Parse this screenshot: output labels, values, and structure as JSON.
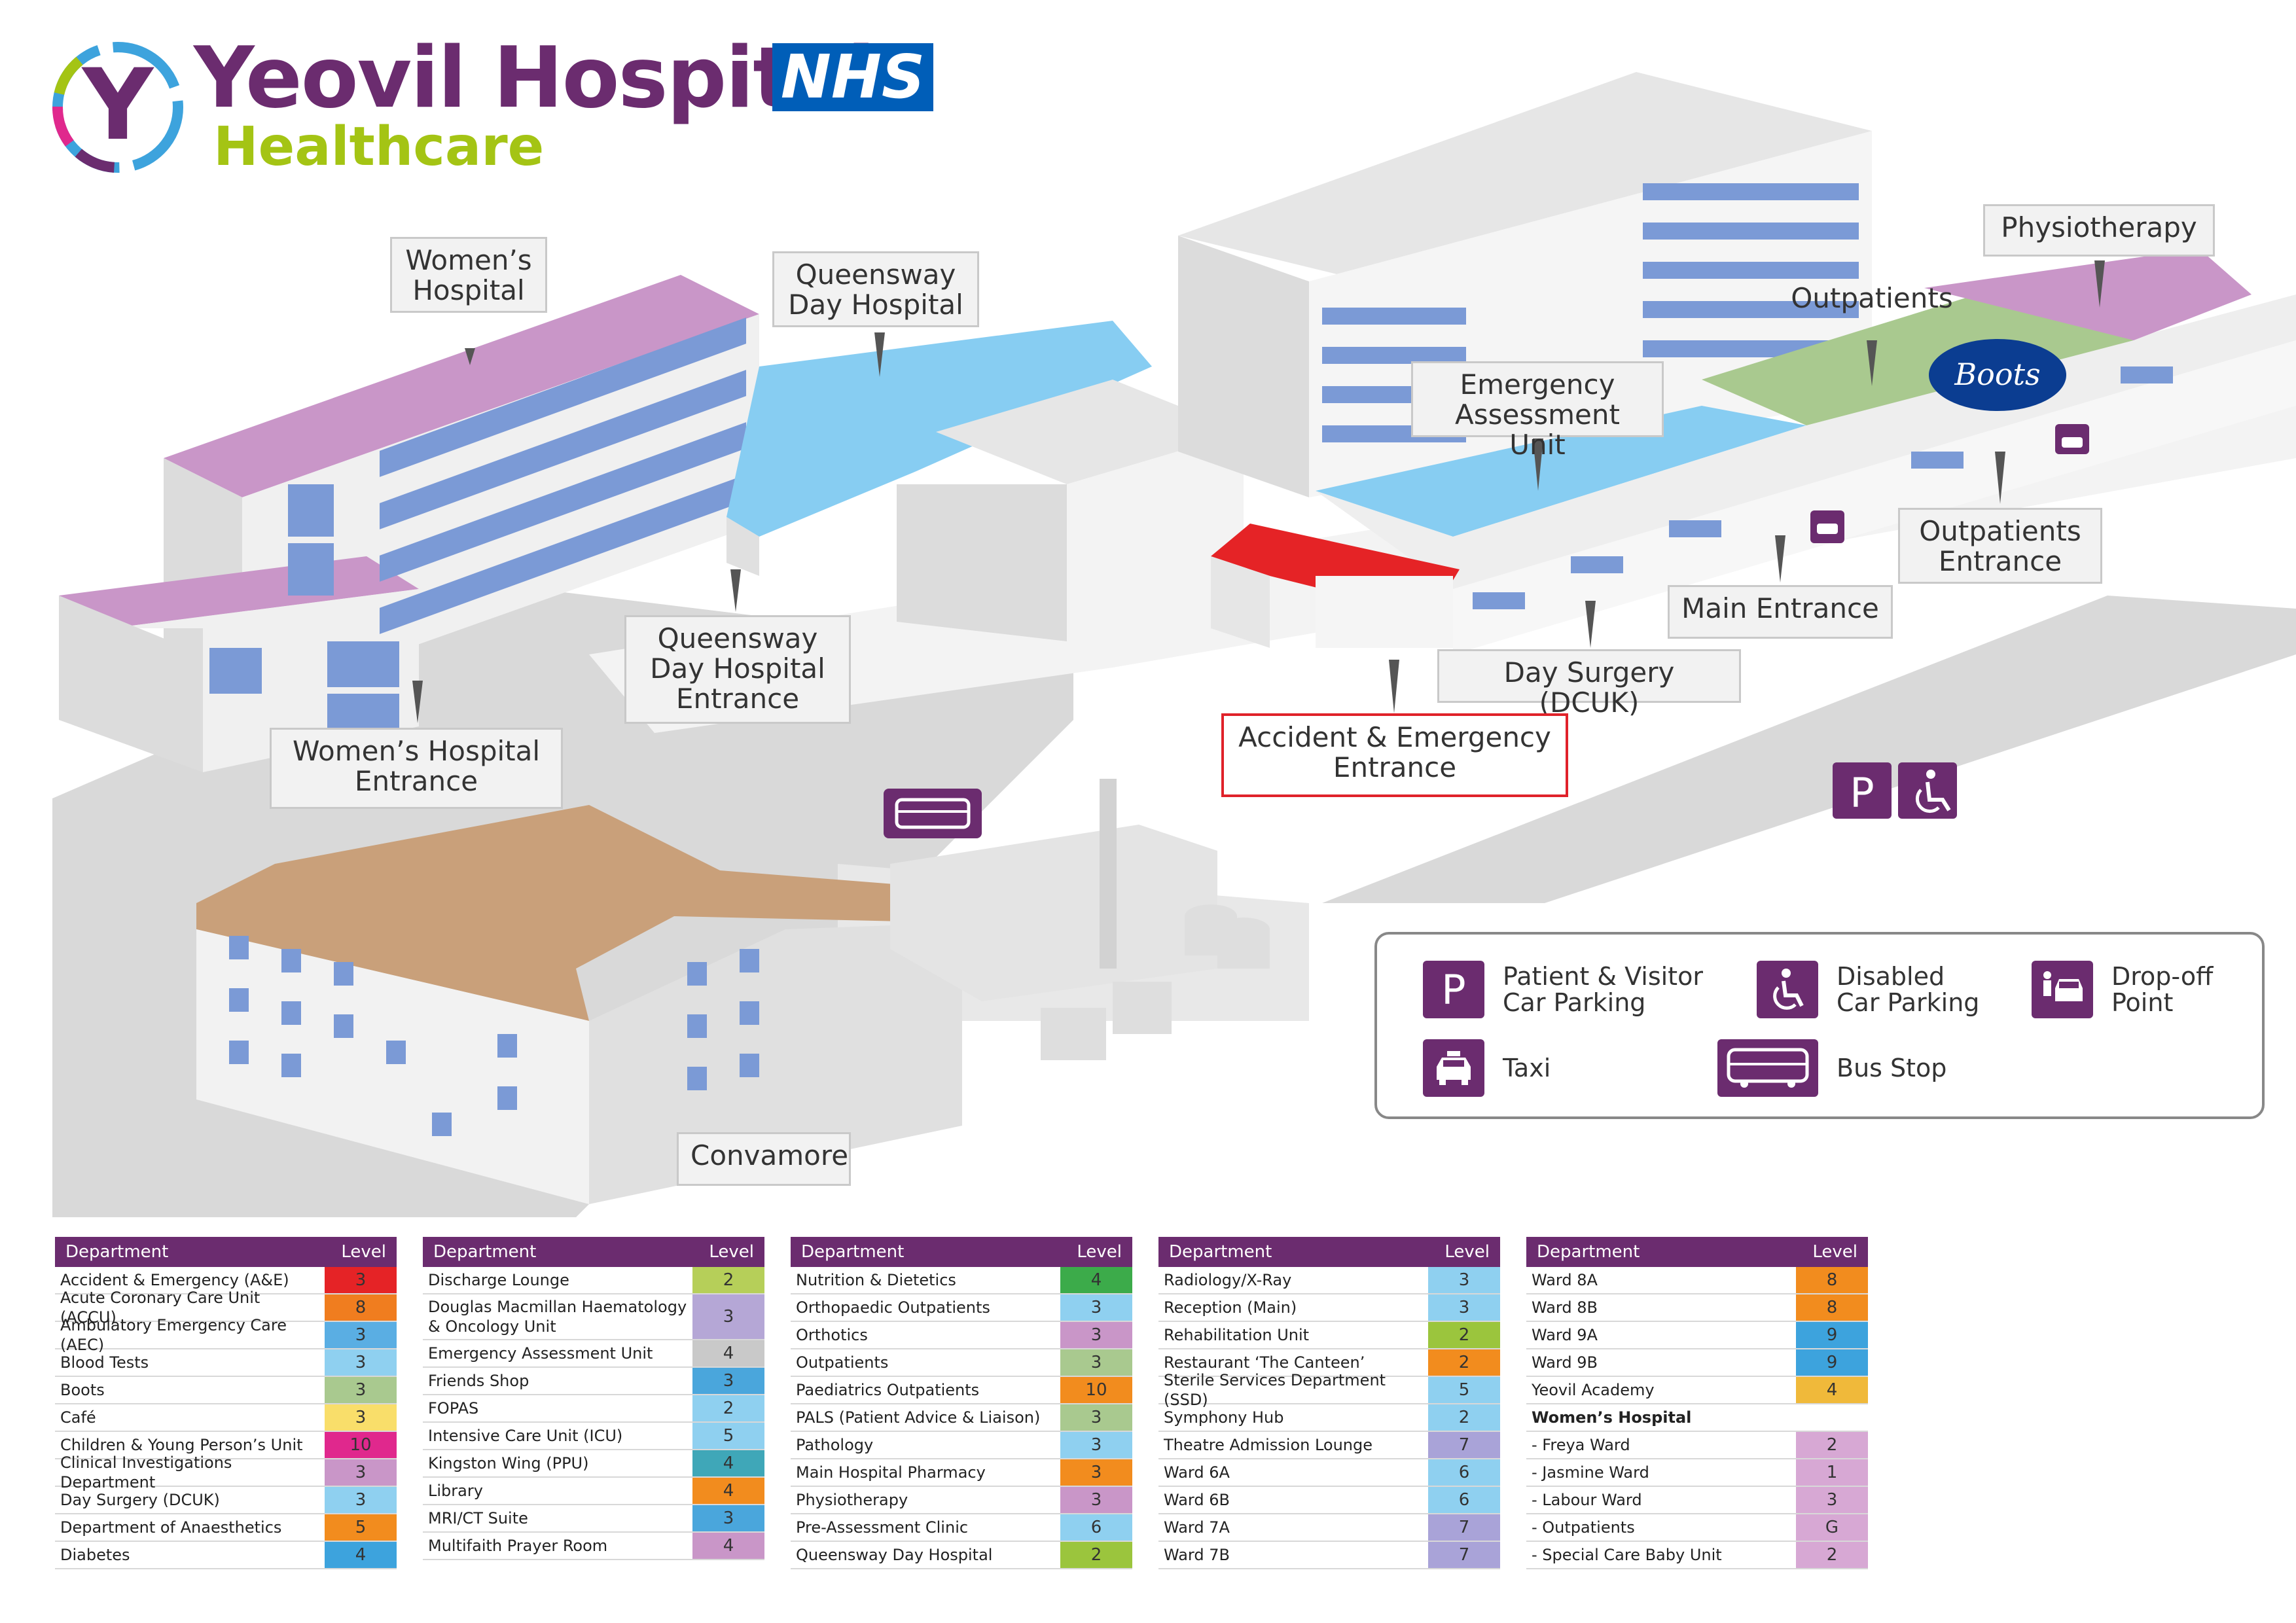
{
  "brand": {
    "name_line1": "Yeovil Hospital",
    "name_line2": "Healthcare",
    "logo_letter": "Y",
    "nhs": "NHS",
    "purple": "#6b2c6f",
    "lime": "#a4c414",
    "nhs_blue": "#005eb8"
  },
  "labels": {
    "womens_hospital": "Women’s\nHospital",
    "queensway": "Queensway\nDay Hospital",
    "physiotherapy": "Physiotherapy",
    "outpatients": "Outpatients",
    "eau": "Emergency\nAssessment Unit",
    "outpatients_entrance": "Outpatients\nEntrance",
    "main_entrance": "Main Entrance",
    "day_surgery": "Day Surgery (DCUK)",
    "ae_entrance": "Accident & Emergency\nEntrance",
    "queensway_entrance": "Queensway\nDay Hospital\nEntrance",
    "womens_entrance": "Women’s Hospital\nEntrance",
    "convamore": "Convamore",
    "boots": "Boots"
  },
  "legend": {
    "parking_glyph": "P",
    "parking": "Patient & Visitor\nCar Parking",
    "disabled": "Disabled\nCar Parking",
    "dropoff": "Drop-off\nPoint",
    "taxi": "Taxi",
    "bus": "Bus Stop"
  },
  "map_colors": {
    "pink_roof": "#c996c8",
    "blue_roof": "#87cdf2",
    "green_roof": "#a9c98f",
    "red_roof": "#e52326",
    "tan_roof": "#c9a07a",
    "window": "#7b9ad6",
    "wall": "#e9e9e9",
    "ground": "#d9d9d9"
  },
  "tables": [
    {
      "header_dept": "Department",
      "header_level": "Level",
      "rows": [
        {
          "dept": "Accident & Emergency (A&E)",
          "level": "3",
          "color": "#e52326"
        },
        {
          "dept": "Acute Coronary Care Unit (ACCU)",
          "level": "8",
          "color": "#f07d1f"
        },
        {
          "dept": "Ambulatory Emergency Care (AEC)",
          "level": "3",
          "color": "#5aaee3"
        },
        {
          "dept": "Blood Tests",
          "level": "3",
          "color": "#8fd0f0"
        },
        {
          "dept": "Boots",
          "level": "3",
          "color": "#a9c98f"
        },
        {
          "dept": "Café",
          "level": "3",
          "color": "#f9de6a"
        },
        {
          "dept": "Children & Young Person’s Unit",
          "level": "10",
          "color": "#e0288d"
        },
        {
          "dept": "Clinical Investigations Department",
          "level": "3",
          "color": "#c996c8"
        },
        {
          "dept": "Day Surgery (DCUK)",
          "level": "3",
          "color": "#8fd0f0"
        },
        {
          "dept": "Department of Anaesthetics",
          "level": "5",
          "color": "#f28c1e"
        },
        {
          "dept": "Diabetes",
          "level": "4",
          "color": "#3da3dd"
        }
      ]
    },
    {
      "header_dept": "Department",
      "header_level": "Level",
      "rows": [
        {
          "dept": "Discharge Lounge",
          "level": "2",
          "color": "#b6cf59"
        },
        {
          "dept": "Douglas Macmillan Haematology\n& Oncology Unit",
          "level": "3",
          "color": "#b5a7d6",
          "tall": true
        },
        {
          "dept": "Emergency Assessment Unit",
          "level": "4",
          "color": "#c9c9c9"
        },
        {
          "dept": "Friends Shop",
          "level": "3",
          "color": "#4aa6dc"
        },
        {
          "dept": "FOPAS",
          "level": "2",
          "color": "#8fd0f0"
        },
        {
          "dept": "Intensive Care Unit (ICU)",
          "level": "5",
          "color": "#8fd0f0"
        },
        {
          "dept": "Kingston Wing (PPU)",
          "level": "4",
          "color": "#3fa7b8"
        },
        {
          "dept": "Library",
          "level": "4",
          "color": "#f28c1e"
        },
        {
          "dept": "MRI/CT Suite",
          "level": "3",
          "color": "#4aa6dc"
        },
        {
          "dept": "Multifaith Prayer Room",
          "level": "4",
          "color": "#c996c8"
        }
      ]
    },
    {
      "header_dept": "Department",
      "header_level": "Level",
      "rows": [
        {
          "dept": "Nutrition & Dietetics",
          "level": "4",
          "color": "#3cab4a"
        },
        {
          "dept": "Orthopaedic Outpatients",
          "level": "3",
          "color": "#8fd0f0"
        },
        {
          "dept": "Orthotics",
          "level": "3",
          "color": "#c996c8"
        },
        {
          "dept": "Outpatients",
          "level": "3",
          "color": "#a9c98f"
        },
        {
          "dept": "Paediatrics Outpatients",
          "level": "10",
          "color": "#f28c1e"
        },
        {
          "dept": "PALS (Patient Advice & Liaison)",
          "level": "3",
          "color": "#a9c98f"
        },
        {
          "dept": "Pathology",
          "level": "3",
          "color": "#8fd0f0"
        },
        {
          "dept": "Main Hospital Pharmacy",
          "level": "3",
          "color": "#f28c1e"
        },
        {
          "dept": "Physiotherapy",
          "level": "3",
          "color": "#c996c8"
        },
        {
          "dept": "Pre-Assessment Clinic",
          "level": "6",
          "color": "#8fd0f0"
        },
        {
          "dept": "Queensway Day Hospital",
          "level": "2",
          "color": "#9bc53d"
        }
      ]
    },
    {
      "header_dept": "Department",
      "header_level": "Level",
      "rows": [
        {
          "dept": "Radiology/X-Ray",
          "level": "3",
          "color": "#8fd0f0"
        },
        {
          "dept": "Reception (Main)",
          "level": "3",
          "color": "#8fd0f0"
        },
        {
          "dept": "Rehabilitation Unit",
          "level": "2",
          "color": "#9bc53d"
        },
        {
          "dept": "Restaurant ‘The Canteen’",
          "level": "2",
          "color": "#f28c1e"
        },
        {
          "dept": "Sterile Services Department (SSD)",
          "level": "5",
          "color": "#8fd0f0"
        },
        {
          "dept": "Symphony Hub",
          "level": "2",
          "color": "#8fd0f0"
        },
        {
          "dept": "Theatre Admission Lounge",
          "level": "7",
          "color": "#a9a3d8"
        },
        {
          "dept": "Ward 6A",
          "level": "6",
          "color": "#8fd0f0"
        },
        {
          "dept": "Ward 6B",
          "level": "6",
          "color": "#8fd0f0"
        },
        {
          "dept": "Ward 7A",
          "level": "7",
          "color": "#a9a3d8"
        },
        {
          "dept": "Ward 7B",
          "level": "7",
          "color": "#a9a3d8"
        }
      ]
    },
    {
      "header_dept": "Department",
      "header_level": "Level",
      "rows": [
        {
          "dept": "Ward 8A",
          "level": "8",
          "color": "#f28c1e"
        },
        {
          "dept": "Ward 8B",
          "level": "8",
          "color": "#f28c1e"
        },
        {
          "dept": "Ward 9A",
          "level": "9",
          "color": "#3da3dd"
        },
        {
          "dept": "Ward 9B",
          "level": "9",
          "color": "#3da3dd"
        },
        {
          "dept": "Yeovil Academy",
          "level": "4",
          "color": "#f0b93a"
        },
        {
          "dept": "Women’s Hospital",
          "level": "",
          "color": "",
          "subhead": true
        },
        {
          "dept": "- Freya Ward",
          "level": "2",
          "color": "#d7a8d4"
        },
        {
          "dept": "- Jasmine Ward",
          "level": "1",
          "color": "#d7a8d4"
        },
        {
          "dept": "- Labour Ward",
          "level": "3",
          "color": "#d7a8d4"
        },
        {
          "dept": "- Outpatients",
          "level": "G",
          "color": "#d7a8d4"
        },
        {
          "dept": "- Special Care Baby Unit",
          "level": "2",
          "color": "#d7a8d4"
        }
      ]
    }
  ]
}
